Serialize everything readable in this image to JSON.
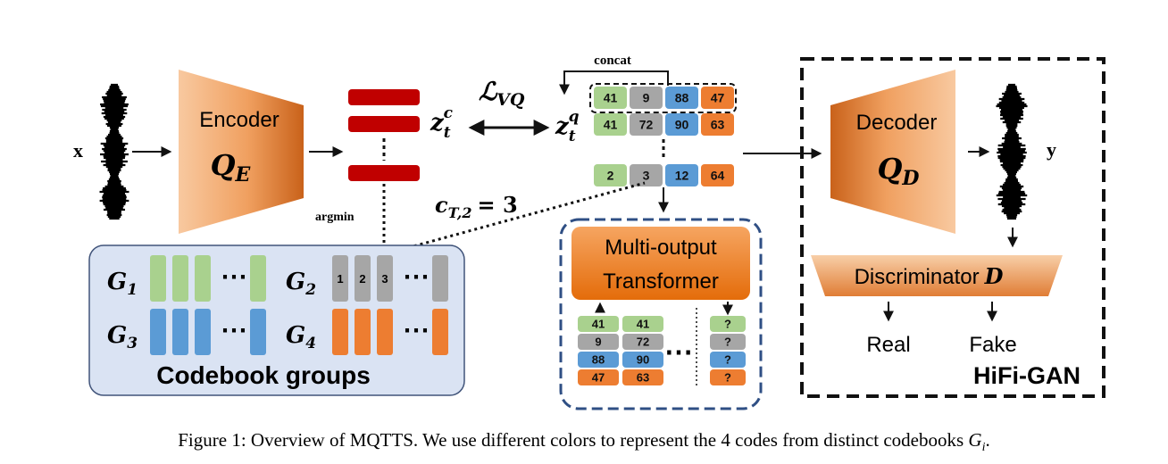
{
  "input_label": "x",
  "output_label": "y",
  "encoder": {
    "title": "Encoder",
    "symbol": "Q",
    "subscript": "E"
  },
  "decoder": {
    "title": "Decoder",
    "symbol": "Q",
    "subscript": "D"
  },
  "latent_c": {
    "symbol": "z",
    "sub": "t",
    "sup": "c"
  },
  "latent_q": {
    "symbol": "z",
    "sub": "t",
    "sup": "q"
  },
  "loss": {
    "symbol": "ℒ",
    "subscript": "VQ"
  },
  "argmin_label": "argmin",
  "concat_label": "concat",
  "code_equation": {
    "lhs": "c",
    "subscript": "T,2",
    "rhs": "= 3"
  },
  "codebooks": {
    "title": "Codebook groups",
    "groups": [
      {
        "symbol": "G",
        "index": "1",
        "color": "#a9d18e"
      },
      {
        "symbol": "G",
        "index": "2",
        "color": "#a6a6a6",
        "entry_labels": [
          "1",
          "2",
          "3"
        ]
      },
      {
        "symbol": "G",
        "index": "3",
        "color": "#5b9bd5"
      },
      {
        "symbol": "G",
        "index": "4",
        "color": "#ed7d31"
      }
    ],
    "ellipsis": "⋯"
  },
  "code_rows": [
    [
      "41",
      "9",
      "88",
      "47"
    ],
    [
      "41",
      "72",
      "90",
      "63"
    ],
    [
      "2",
      "3",
      "12",
      "64"
    ]
  ],
  "code_colors": [
    "#a9d18e",
    "#a6a6a6",
    "#5b9bd5",
    "#ed7d31"
  ],
  "transformer": {
    "title_line1": "Multi-output",
    "title_line2": "Transformer",
    "columns": [
      [
        "41",
        "9",
        "88",
        "47"
      ],
      [
        "41",
        "72",
        "90",
        "63"
      ]
    ],
    "predicted": [
      "?",
      "?",
      "?",
      "?"
    ],
    "ellipsis": "⋯"
  },
  "discriminator": {
    "label": "Discriminator",
    "symbol": "D"
  },
  "outputs": {
    "real": "Real",
    "fake": "Fake"
  },
  "hifigan_label": "HiFi-GAN",
  "caption": {
    "prefix": "Figure 1: Overview of MQTTS. We use different colors to represent the 4 codes from distinct codebooks ",
    "symbol": "G",
    "subscript": "i",
    "suffix": "."
  }
}
